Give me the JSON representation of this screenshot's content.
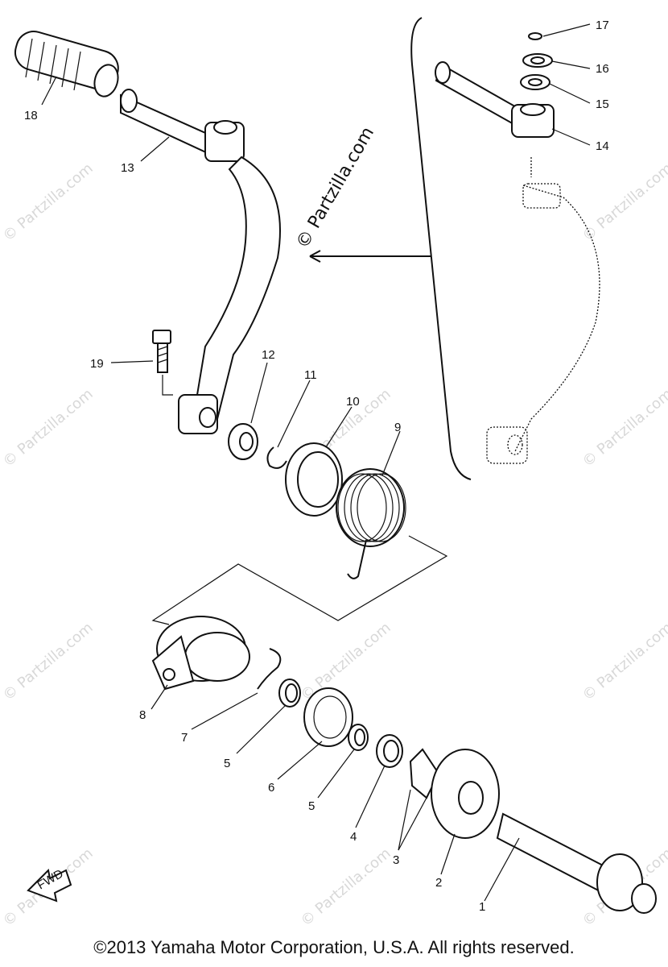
{
  "watermark": {
    "main": "© Partzilla.com",
    "tile": "© Partzilla.com"
  },
  "fwd_label": "FWD",
  "copyright": "©2013 Yamaha Motor Corporation, U.S.A. All rights reserved.",
  "callouts": [
    "1",
    "2",
    "3",
    "4",
    "5",
    "5",
    "6",
    "7",
    "8",
    "9",
    "10",
    "11",
    "12",
    "13",
    "14",
    "15",
    "16",
    "17",
    "18",
    "19"
  ]
}
